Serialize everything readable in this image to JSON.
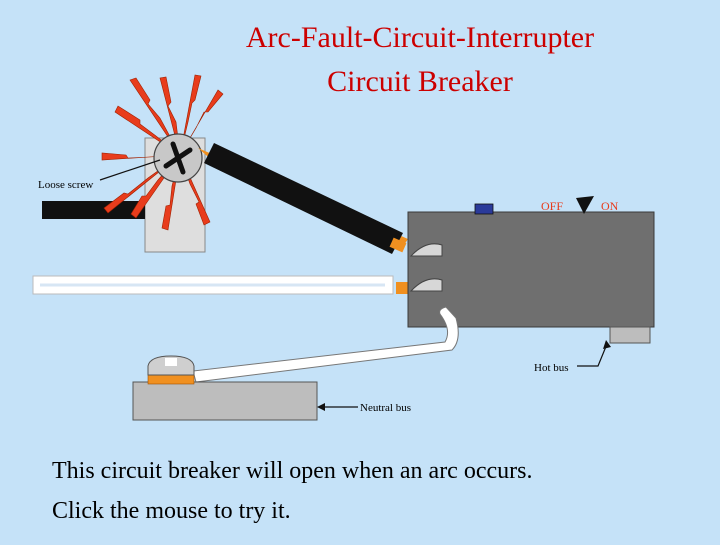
{
  "title": {
    "line1": "Arc-Fault-Circuit-Interrupter",
    "line2": "Circuit Breaker"
  },
  "labels": {
    "loose_screw": "Loose screw",
    "off": "OFF",
    "on": "ON",
    "hot_bus": "Hot bus",
    "neutral_bus": "Neutral bus"
  },
  "caption": {
    "line1": "This circuit breaker will open when an arc occurs.",
    "line2": "Click the mouse to try it."
  },
  "colors": {
    "background": "#c5e2f8",
    "title": "#cc0000",
    "spark": "#e83c1c",
    "breaker_body": "#6f6f6f",
    "terminal": "#f09020",
    "switch_button": "#2a3a9a"
  }
}
